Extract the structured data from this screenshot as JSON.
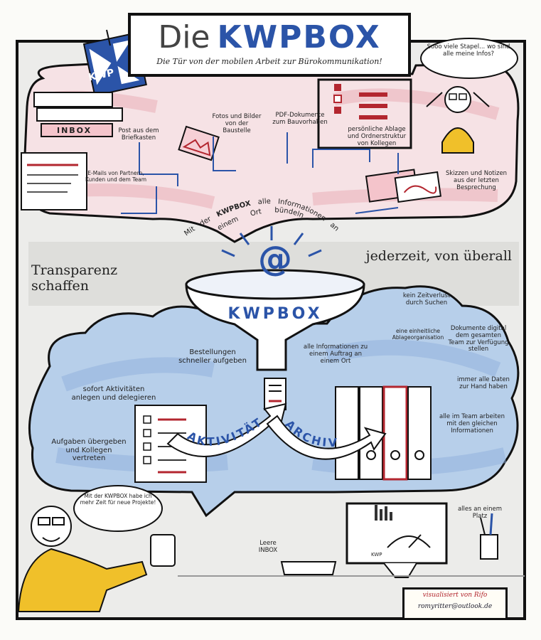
{
  "title": {
    "prefix": "Die",
    "brand": "KWPBOX",
    "subtitle": "Die Tür von der mobilen Arbeit zur Bürokommunikation!"
  },
  "logo_text": "KWP",
  "top_section": {
    "inbox_label": "INBOX",
    "post": "Post aus dem Briefkasten",
    "photos": "Fotos und Bilder von der Baustelle",
    "pdf": "PDF-Dokumente zum Bauvorhaben",
    "personal_storage": "persönliche Ablage und Ordnerstruktur von Kollegen",
    "emails": "E-Mails von Partnern, Kunden und dem Team",
    "sketches": "Skizzen und Notizen aus der letzten Besprechung",
    "thought_bubble": "Sooo viele Stapel... wo sind alle meine Infos?",
    "arc_words": [
      "Mit",
      "der",
      "KWPBOX",
      "alle",
      "Informationen",
      "an",
      "einem",
      "Ort",
      "bündeln"
    ]
  },
  "middle": {
    "left_tagline": "Transparenz schaffen",
    "right_tagline": "jederzeit, von überall",
    "at_symbol": "@",
    "funnel_label": "KWPBOX"
  },
  "cloud_left": {
    "orders": "Bestellungen schneller aufgeben",
    "activities": "sofort Aktivitäten anlegen und delegieren",
    "tasks": "Aufgaben übergeben und Kollegen vertreten",
    "arrow_activity": "AKTIVITÄT"
  },
  "cloud_right": {
    "no_time_loss": "kein Zeitverlust durch Suchen",
    "uniform_storage": "eine einheitliche Ablageorganisation",
    "digital_docs": "Dokumente digital dem gesamten Team zur Verfügung stellen",
    "all_info_order": "alle Informationen zu einem Auftrag an einem Ort",
    "always_data": "immer alle Daten zur Hand haben",
    "team_same_info": "alle im Team arbeiten mit den gleichen Informationen",
    "arrow_archive": "ARCHIV"
  },
  "bottom": {
    "speech_bubble": "Mit der KWPBOX habe ich mehr Zeit für neue Projekte!",
    "empty_inbox": "Leere INBOX",
    "all_in_place": "alles an einem Platz",
    "monitor_label": "KWP"
  },
  "credit": {
    "line1": "visualisiert von Rifo",
    "line2": "romyritter@outlook.de"
  },
  "colors": {
    "blue": "#2b54a8",
    "cloud_blue": "#a9c6e8",
    "pink": "#f1cdd3",
    "red": "#b3262f",
    "yellow": "#f0c02a",
    "grey": "#dcdcdc"
  }
}
